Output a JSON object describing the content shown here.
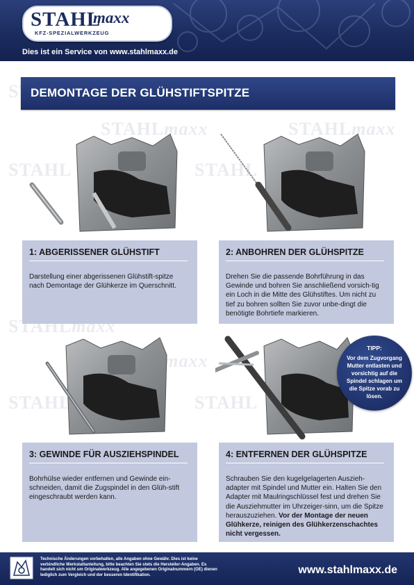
{
  "header": {
    "logo_main": "STAHL",
    "logo_sub": "maxx",
    "logo_tag": "KFZ-SPEZIALWERKZEUG",
    "service_text": "Dies ist ein Service von www.stahlmaxx.de"
  },
  "title": "DEMONTAGE DER GLÜHSTIFTSPITZE",
  "steps": [
    {
      "heading": "1: ABGERISSENER GLÜHSTIFT",
      "text": "Darstellung einer abgerissenen Glühstift-spitze nach Demontage der Glühkerze im Querschnitt."
    },
    {
      "heading": "2: ANBOHREN DER GLÜHSPITZE",
      "text": "Drehen Sie die passende Bohrführung in das Gewinde und bohren Sie anschließend vorsich-tig ein Loch in die Mitte des Glühstiftes. Um nicht zu tief zu bohren sollten Sie zuvor unbe-dingt die benötigte Bohrtiefe markieren."
    },
    {
      "heading": "3: GEWINDE FÜR AUSZIEHSPINDEL",
      "text": "Bohrhülse wieder entfernen und Gewinde ein-schneiden, damit die Zugspindel in den Glüh-stift eingeschraubt werden kann."
    },
    {
      "heading": "4: ENTFERNEN DER GLÜHSPITZE",
      "text": "Schrauben Sie den kugelgelagerten Auszieh-adapter mit Spindel und Mutter ein. Halten Sie den Adapter mit Maulringschlüssel fest und drehen Sie die Ausziehmutter im Uhrzeiger-sinn, um die Spitze herauszuziehen.",
      "text_bold": "Vor der Montage der neuen Glühkerze, reinigen des Glühkerzenschachtes nicht vergessen."
    }
  ],
  "tip": {
    "title": "TIPP:",
    "text": "Vor dem Zugvorgang Mutter entlasten und vorsichtig auf die Spindel schlagen um die Spitze vorab zu lösen."
  },
  "footer": {
    "disclaimer": "Technische Änderungen vorbehalten, alle Angaben ohne Gewähr. Dies ist keine verbindliche Werkstattanleitung, bitte beachten Sie stets die Hersteller-Angaben. Es handelt sich nicht um Originalwerkzeug. Alle angegebenen Originalnummern (OE) dienen lediglich zum Vergleich und der besseren Identifikation.",
    "url": "www.stahlmaxx.de"
  },
  "colors": {
    "navy": "#1d2f68",
    "box": "#c2c8de"
  }
}
